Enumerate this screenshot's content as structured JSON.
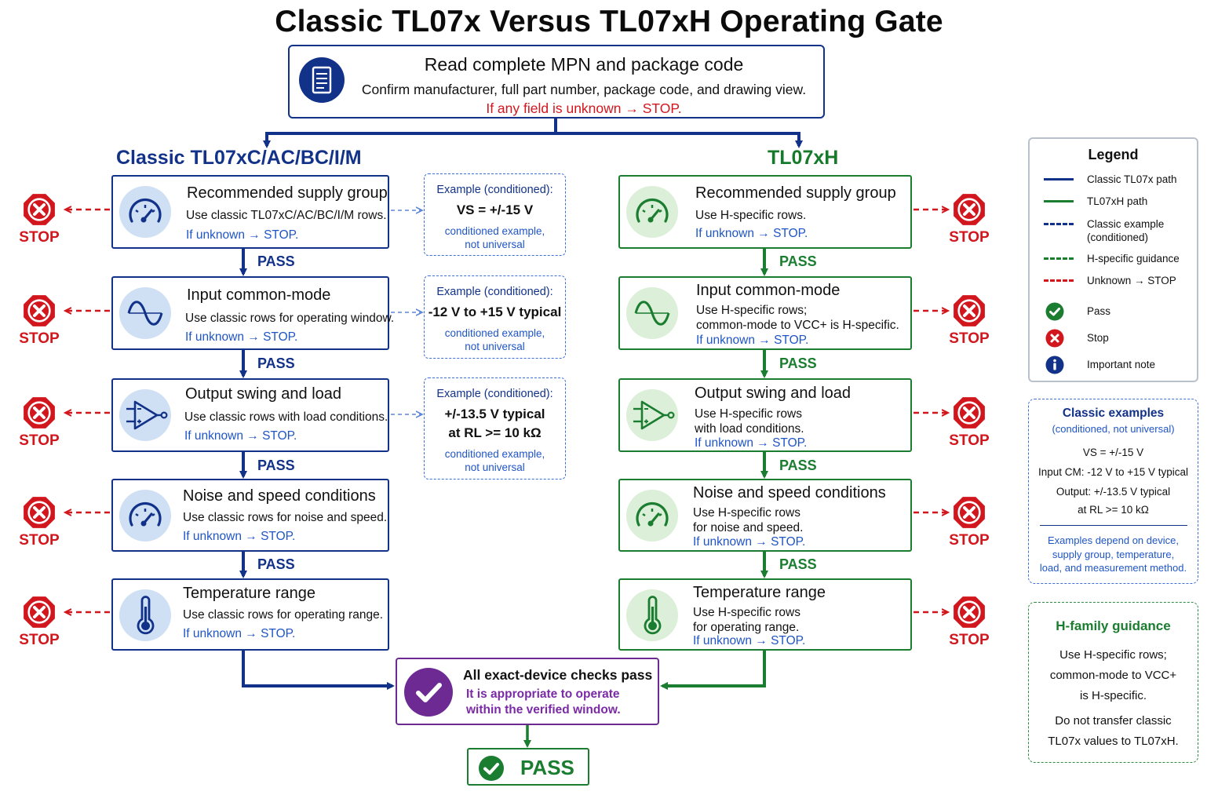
{
  "title": "Classic TL07x Versus TL07xH Operating Gate",
  "top": {
    "heading": "Read complete MPN and package code",
    "description": "Confirm manufacturer, full part number, package code, and drawing view.",
    "stop_rule": "If any field is unknown → STOP."
  },
  "classic": {
    "heading": "Classic TL07xC/AC/BC/I/M",
    "steps": [
      {
        "icon": "gauge-icon",
        "title": "Recommended supply group",
        "desc": "Use classic TL07xC/AC/BC/I/M rows.",
        "unknown": "If unknown → STOP."
      },
      {
        "icon": "sine-wave-icon",
        "title": "Input common-mode",
        "desc": "Use classic rows for operating window.",
        "unknown": "If unknown → STOP."
      },
      {
        "icon": "op-amp-icon",
        "title": "Output swing and load",
        "desc": "Use classic rows with load conditions.",
        "unknown": "If unknown → STOP."
      },
      {
        "icon": "gauge-icon",
        "title": "Noise and speed conditions",
        "desc": "Use classic rows for noise and speed.",
        "unknown": "If unknown → STOP."
      },
      {
        "icon": "thermometer-icon",
        "title": "Temperature range",
        "desc": "Use classic rows for operating range.",
        "unknown": "If unknown → STOP."
      }
    ],
    "examples": [
      {
        "heading": "Example (conditioned):",
        "value": "VS = +/-15 V",
        "note": "conditioned example,\nnot universal"
      },
      {
        "heading": "Example (conditioned):",
        "value": "-12 V to +15 V typical",
        "note": "conditioned example,\nnot universal"
      },
      {
        "heading": "Example (conditioned):",
        "value": "+/-13.5 V typical\nat RL >= 10 kΩ",
        "note": "conditioned example,\nnot universal"
      }
    ]
  },
  "h": {
    "heading": "TL07xH",
    "steps": [
      {
        "icon": "gauge-icon",
        "title": "Recommended supply group",
        "desc": "Use H-specific rows.",
        "unknown": "If unknown → STOP."
      },
      {
        "icon": "sine-wave-icon",
        "title": "Input common-mode",
        "desc": "Use H-specific rows;\ncommon-mode to VCC+ is H-specific.",
        "unknown": "If unknown → STOP."
      },
      {
        "icon": "op-amp-icon",
        "title": "Output swing and load",
        "desc": "Use H-specific rows\nwith load conditions.",
        "unknown": "If unknown → STOP."
      },
      {
        "icon": "gauge-icon",
        "title": "Noise and speed conditions",
        "desc": "Use H-specific rows\nfor noise and speed.",
        "unknown": "If unknown → STOP."
      },
      {
        "icon": "thermometer-icon",
        "title": "Temperature range",
        "desc": "Use H-specific rows\nfor operating range.",
        "unknown": "If unknown → STOP."
      }
    ]
  },
  "labels": {
    "pass": "PASS",
    "stop": "STOP"
  },
  "final": {
    "heading": "All exact-device checks pass",
    "subtext": "It is appropriate to operate\nwithin the verified window."
  },
  "pass_box": "PASS",
  "legend": {
    "title": "Legend",
    "items": [
      {
        "kind": "solid",
        "color": "#12328a",
        "label": "Classic TL07x path"
      },
      {
        "kind": "solid",
        "color": "#1a7d30",
        "label": "TL07xH path"
      },
      {
        "kind": "dashed",
        "color": "#12328a",
        "label": "Classic example\n(conditioned)"
      },
      {
        "kind": "dashed",
        "color": "#1a7d30",
        "label": "H-specific guidance"
      },
      {
        "kind": "dashed",
        "color": "#d2161d",
        "label": "Unknown → STOP"
      },
      {
        "kind": "icon",
        "icon": "pass-check-icon",
        "label": "Pass"
      },
      {
        "kind": "icon",
        "icon": "stop-x-icon",
        "label": "Stop"
      },
      {
        "kind": "icon",
        "icon": "info-icon",
        "label": "Important note"
      }
    ]
  },
  "classic_examples": {
    "title": "Classic examples",
    "subtitle": "(conditioned, not universal)",
    "lines": [
      "VS = +/-15 V",
      "Input CM: -12 V to +15 V typical",
      "Output: +/-13.5 V typical",
      "at RL >= 10 kΩ"
    ],
    "note": "Examples depend on device,\nsupply group, temperature,\nload, and measurement method."
  },
  "h_guidance": {
    "title": "H-family guidance",
    "text1": "Use H-specific rows;\ncommon-mode to VCC+\nis H-specific.",
    "text2": "Do not transfer classic\nTL07x values to TL07xH."
  },
  "colors": {
    "classic": "#12328a",
    "h": "#1a7d30",
    "stop": "#d2161d",
    "final": "#6e2a93",
    "link": "#1f55c5"
  }
}
